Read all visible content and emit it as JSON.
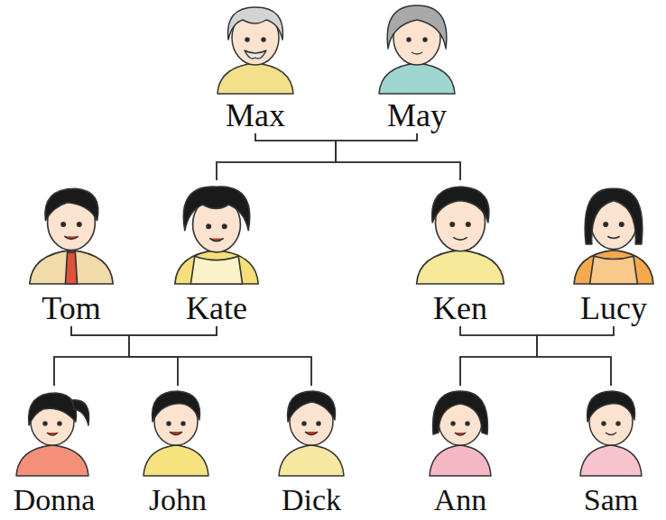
{
  "diagram": {
    "nodes": [
      {
        "text": [
          "Max"
        ]
      },
      {
        "text": [
          "May"
        ]
      },
      {
        "text": [
          "Tom"
        ]
      },
      {
        "text": [
          "Kate"
        ]
      },
      {
        "text": [
          "Ken"
        ]
      },
      {
        "text": [
          "Lucy"
        ]
      },
      {
        "text": [
          "Donna"
        ]
      },
      {
        "text": [
          "John"
        ]
      },
      {
        "text": [
          "Dick"
        ]
      },
      {
        "text": [
          "Ann"
        ]
      },
      {
        "text": [
          "Sam"
        ]
      }
    ],
    "edges": [
      {
        "from": 0,
        "to": 3,
        "arrow": "none"
      },
      {
        "from": 0,
        "to": 4,
        "arrow": "none"
      },
      {
        "from": 1,
        "to": 3,
        "arrow": "none"
      },
      {
        "from": 1,
        "to": 4,
        "arrow": "none"
      },
      {
        "from": 2,
        "to": 6,
        "arrow": "none"
      },
      {
        "from": 2,
        "to": 7,
        "arrow": "none"
      },
      {
        "from": 2,
        "to": 8,
        "arrow": "none"
      },
      {
        "from": 3,
        "to": 6,
        "arrow": "none"
      },
      {
        "from": 3,
        "to": 7,
        "arrow": "none"
      },
      {
        "from": 3,
        "to": 8,
        "arrow": "none"
      },
      {
        "from": 4,
        "to": 9,
        "arrow": "none"
      },
      {
        "from": 4,
        "to": 10,
        "arrow": "none"
      },
      {
        "from": 5,
        "to": 9,
        "arrow": "none"
      },
      {
        "from": 5,
        "to": 10,
        "arrow": "none"
      }
    ]
  }
}
